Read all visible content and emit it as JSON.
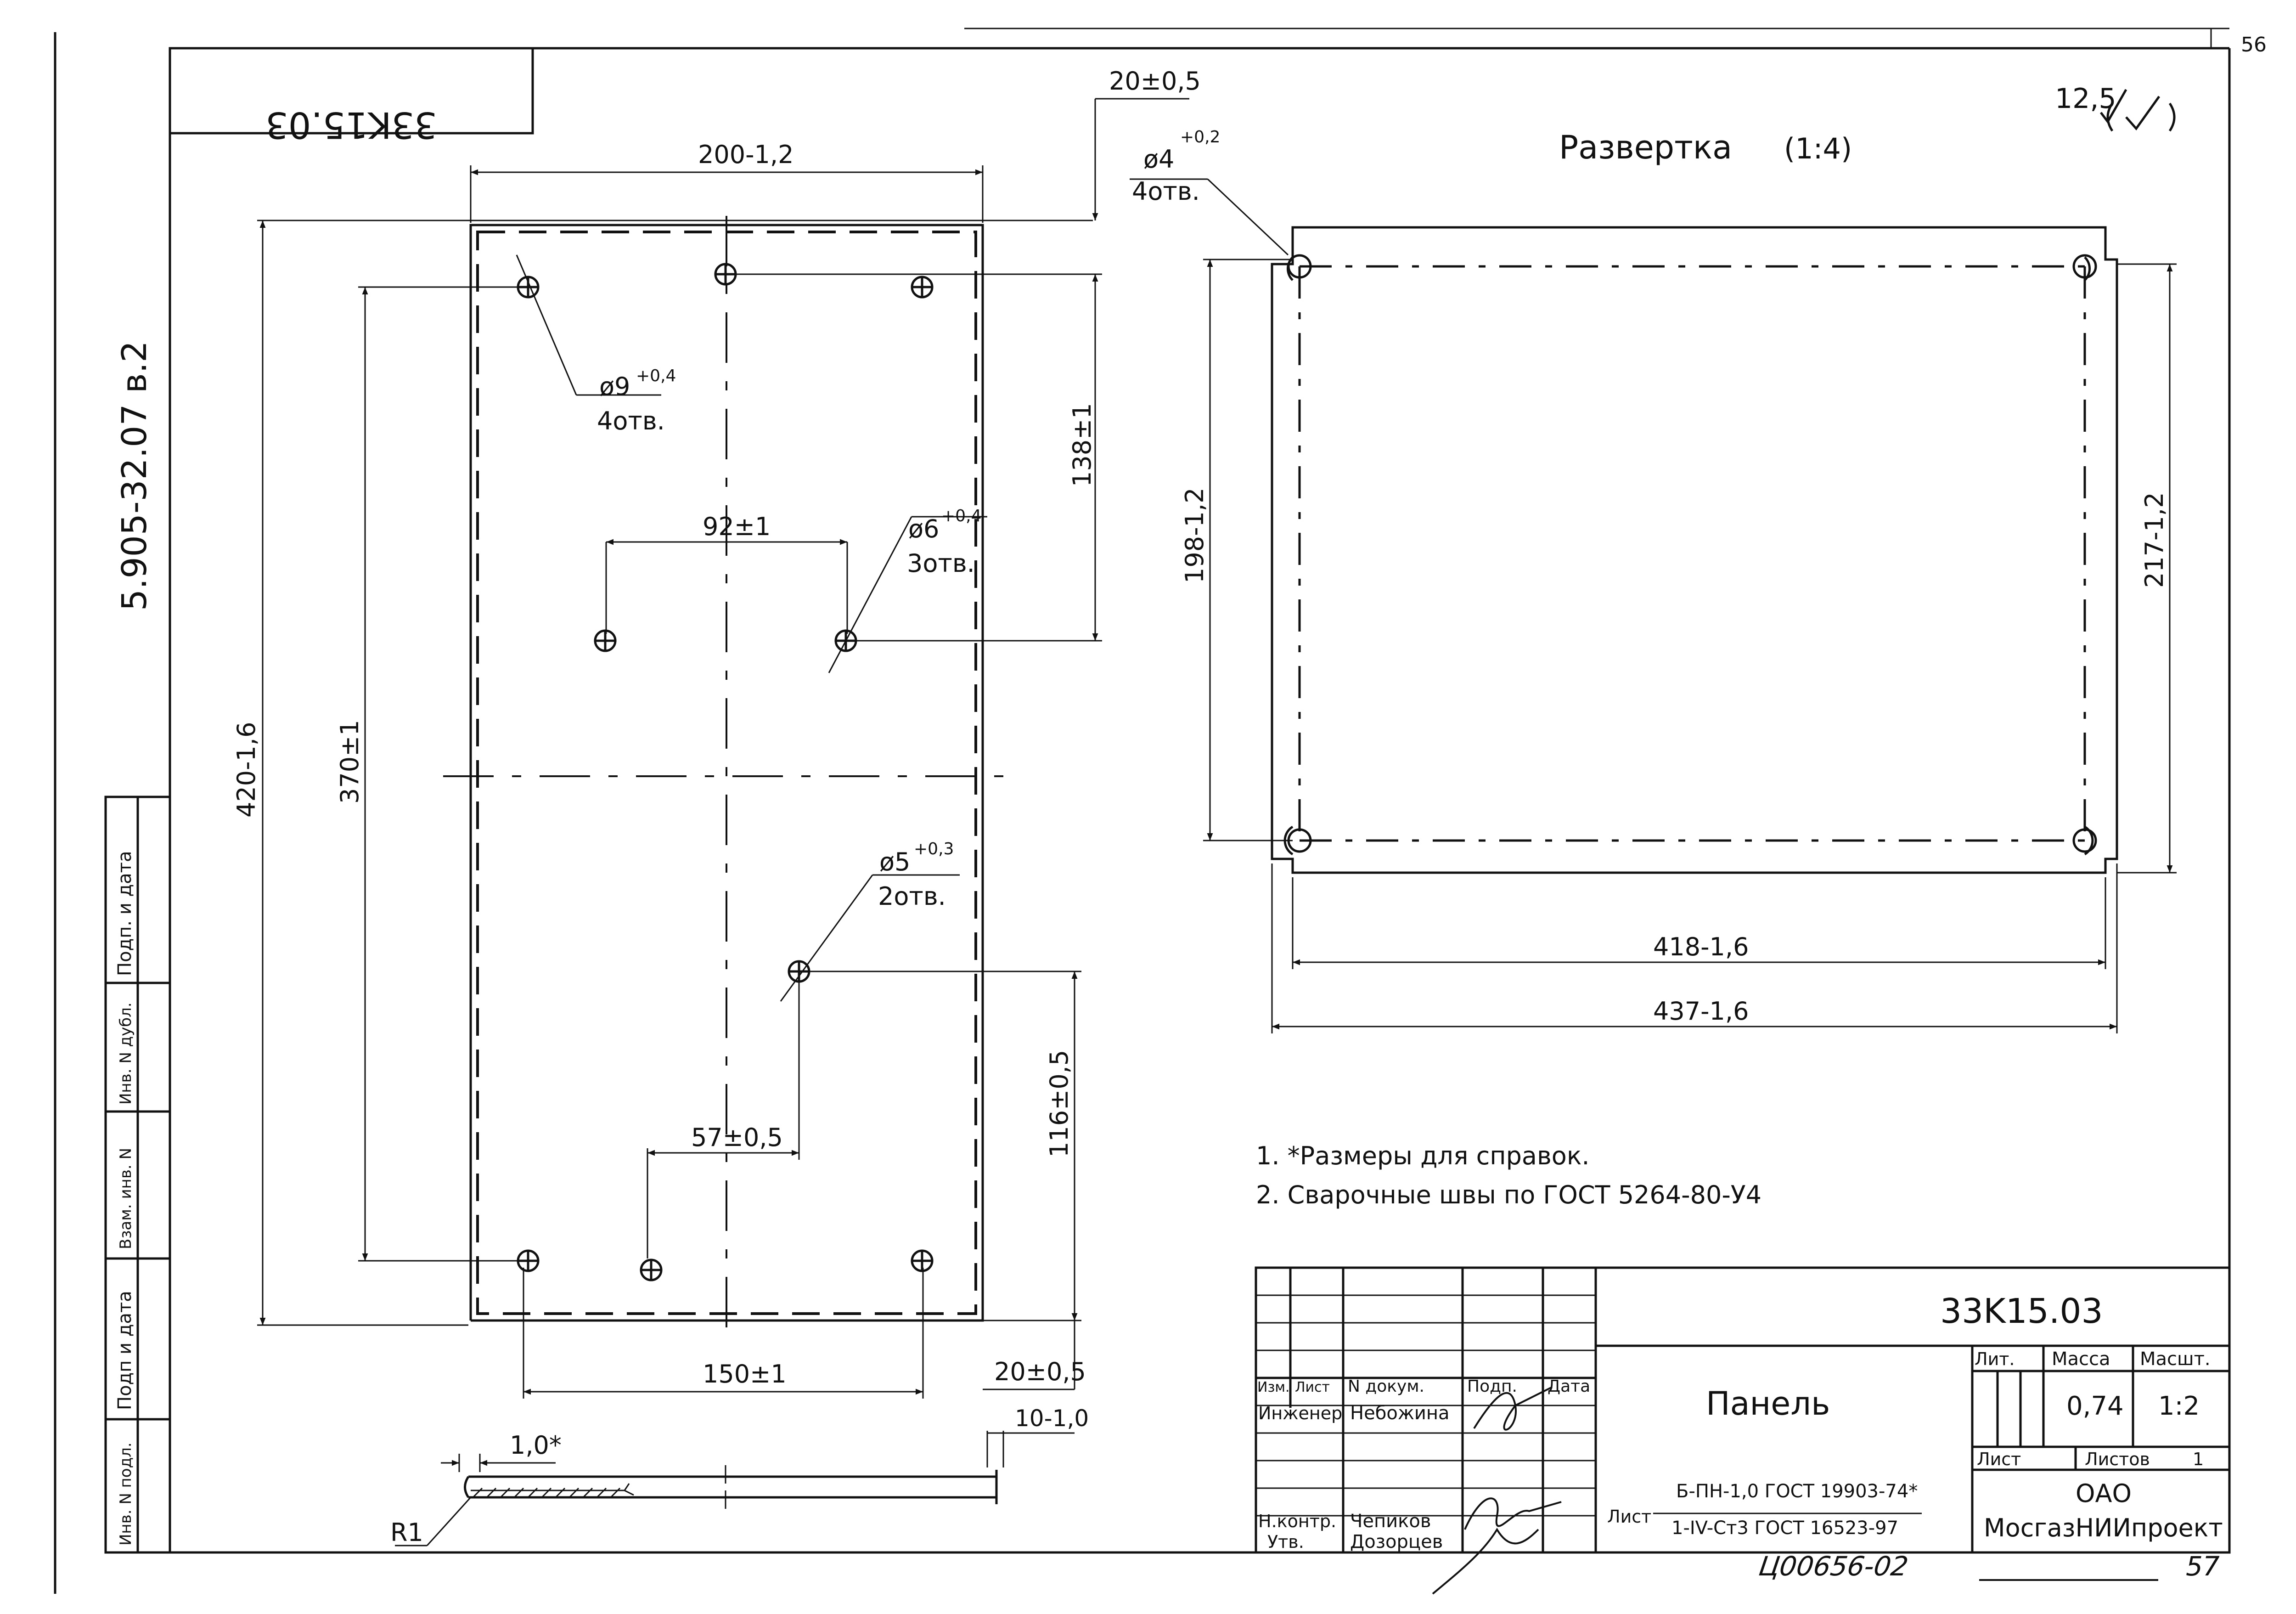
{
  "sheet_number": "56",
  "designation_mirrored": "33K15.03",
  "side_code": "5.905-32.07 в.2",
  "left_part": {
    "dims": {
      "width": "200-1,2",
      "height": "420-1,6",
      "hole_span_v": "370±1",
      "right_top": "138±1",
      "right_bottom": "116±0,5",
      "top_edge": "20±0,5",
      "bottom_edge": "20±0,5",
      "holes_92": "92±1",
      "holes_57": "57±0,5",
      "holes_150": "150±1"
    },
    "holes": {
      "h9": "ø9",
      "h9_tol": "+0,4",
      "h9_count": "4отв.",
      "h6": "ø6",
      "h6_tol": "+0,4",
      "h6_count": "3отв.",
      "h5": "ø5",
      "h5_tol": "+0,3",
      "h5_count": "2отв."
    },
    "section": {
      "thickness": "1,0*",
      "flange": "10-1,0",
      "radius": "R1"
    }
  },
  "development": {
    "title": "Развертка",
    "scale": "(1:4)",
    "hole": "ø4",
    "hole_tol": "+0,2",
    "hole_count": "4отв.",
    "dims": {
      "inner_height": "198-1,2",
      "outer_height": "217-1,2",
      "inner_width": "418-1,6",
      "outer_width": "437-1,6"
    },
    "roughness": "12,5"
  },
  "notes": [
    "1. *Размеры для справок.",
    "2. Сварочные швы по ГОСТ 5264-80-У4"
  ],
  "side_stamp": [
    "Инв. N подл.",
    "Подп и дата",
    "Взам. инв. N",
    "Инв. N дубл.",
    "Подп. и дата"
  ],
  "title_block": {
    "designation": "33K15.03",
    "name": "Панель",
    "headers": {
      "izm": "Изм.",
      "list": "Лист",
      "doc": "N докум.",
      "sign": "Подп.",
      "date": "Дата"
    },
    "roles": [
      {
        "role": "Инженер",
        "name": "Небожина"
      },
      {
        "role": "Н.контр.",
        "name": "Чепиков"
      },
      {
        "role": "Утв.",
        "name": "Дозорцев"
      }
    ],
    "lit": "Лит.",
    "mass_label": "Масса",
    "scale_label": "Масшт.",
    "mass": "0,74",
    "scale": "1:2",
    "sheet_label": "Лист",
    "sheets_label": "Листов",
    "sheets": "1",
    "material_prefix": "Лист",
    "material_top": "Б-ПН-1,0 ГОСТ 19903-74*",
    "material_bottom": "1-IV-Ст3 ГОСТ 16523-97",
    "org_line1": "ОАО",
    "org_line2": "МосгазНИИпроект"
  },
  "archive_number": "Ц00656-02",
  "page_number": "57"
}
